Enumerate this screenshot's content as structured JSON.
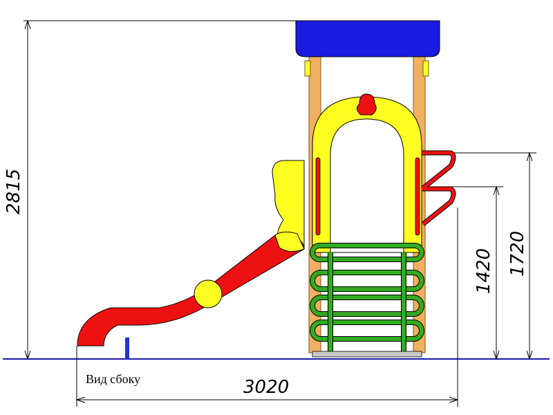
{
  "caption": "Вид сбоку",
  "dimensions": {
    "total_height": "2815",
    "total_length": "3020",
    "platform_height": "1420",
    "rail_height": "1720"
  },
  "colors": {
    "roof": "#1a1ae0",
    "slide": "#ee1111",
    "panel": "#ffff22",
    "posts": "#f0b060",
    "ladder": "#33aa22",
    "ground": "#1a1aa8",
    "support": "#2233dd"
  }
}
